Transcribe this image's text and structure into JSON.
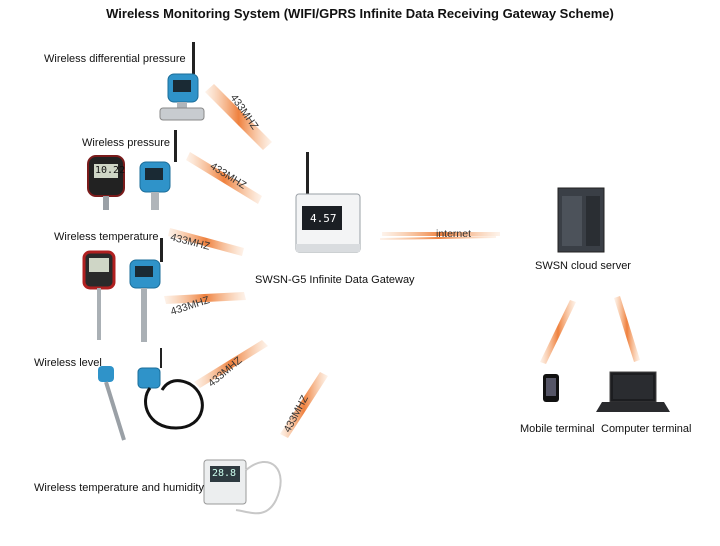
{
  "title": "Wireless Monitoring System (WIFI/GPRS Infinite Data Receiving Gateway Scheme)",
  "sensors": {
    "diff_pressure": "Wireless differential pressure",
    "pressure": "Wireless pressure",
    "temperature": "Wireless temperature",
    "level": "Wireless level",
    "temp_humidity": "Wireless temperature and humidity"
  },
  "signal_label": "433MHZ",
  "internet_label": "internet",
  "gateway": {
    "label": "SWSN-G5 Infinite Data Gateway",
    "display": "4.57"
  },
  "server": {
    "label": "SWSN cloud server"
  },
  "terminals": {
    "mobile": "Mobile terminal",
    "computer": "Computer terminal"
  },
  "device_readings": {
    "pressure_gauge": "10.22",
    "humidity_display": "28.8"
  },
  "colors": {
    "beam": "#f08a4b",
    "transmitter_blue": "#2f93c9"
  }
}
